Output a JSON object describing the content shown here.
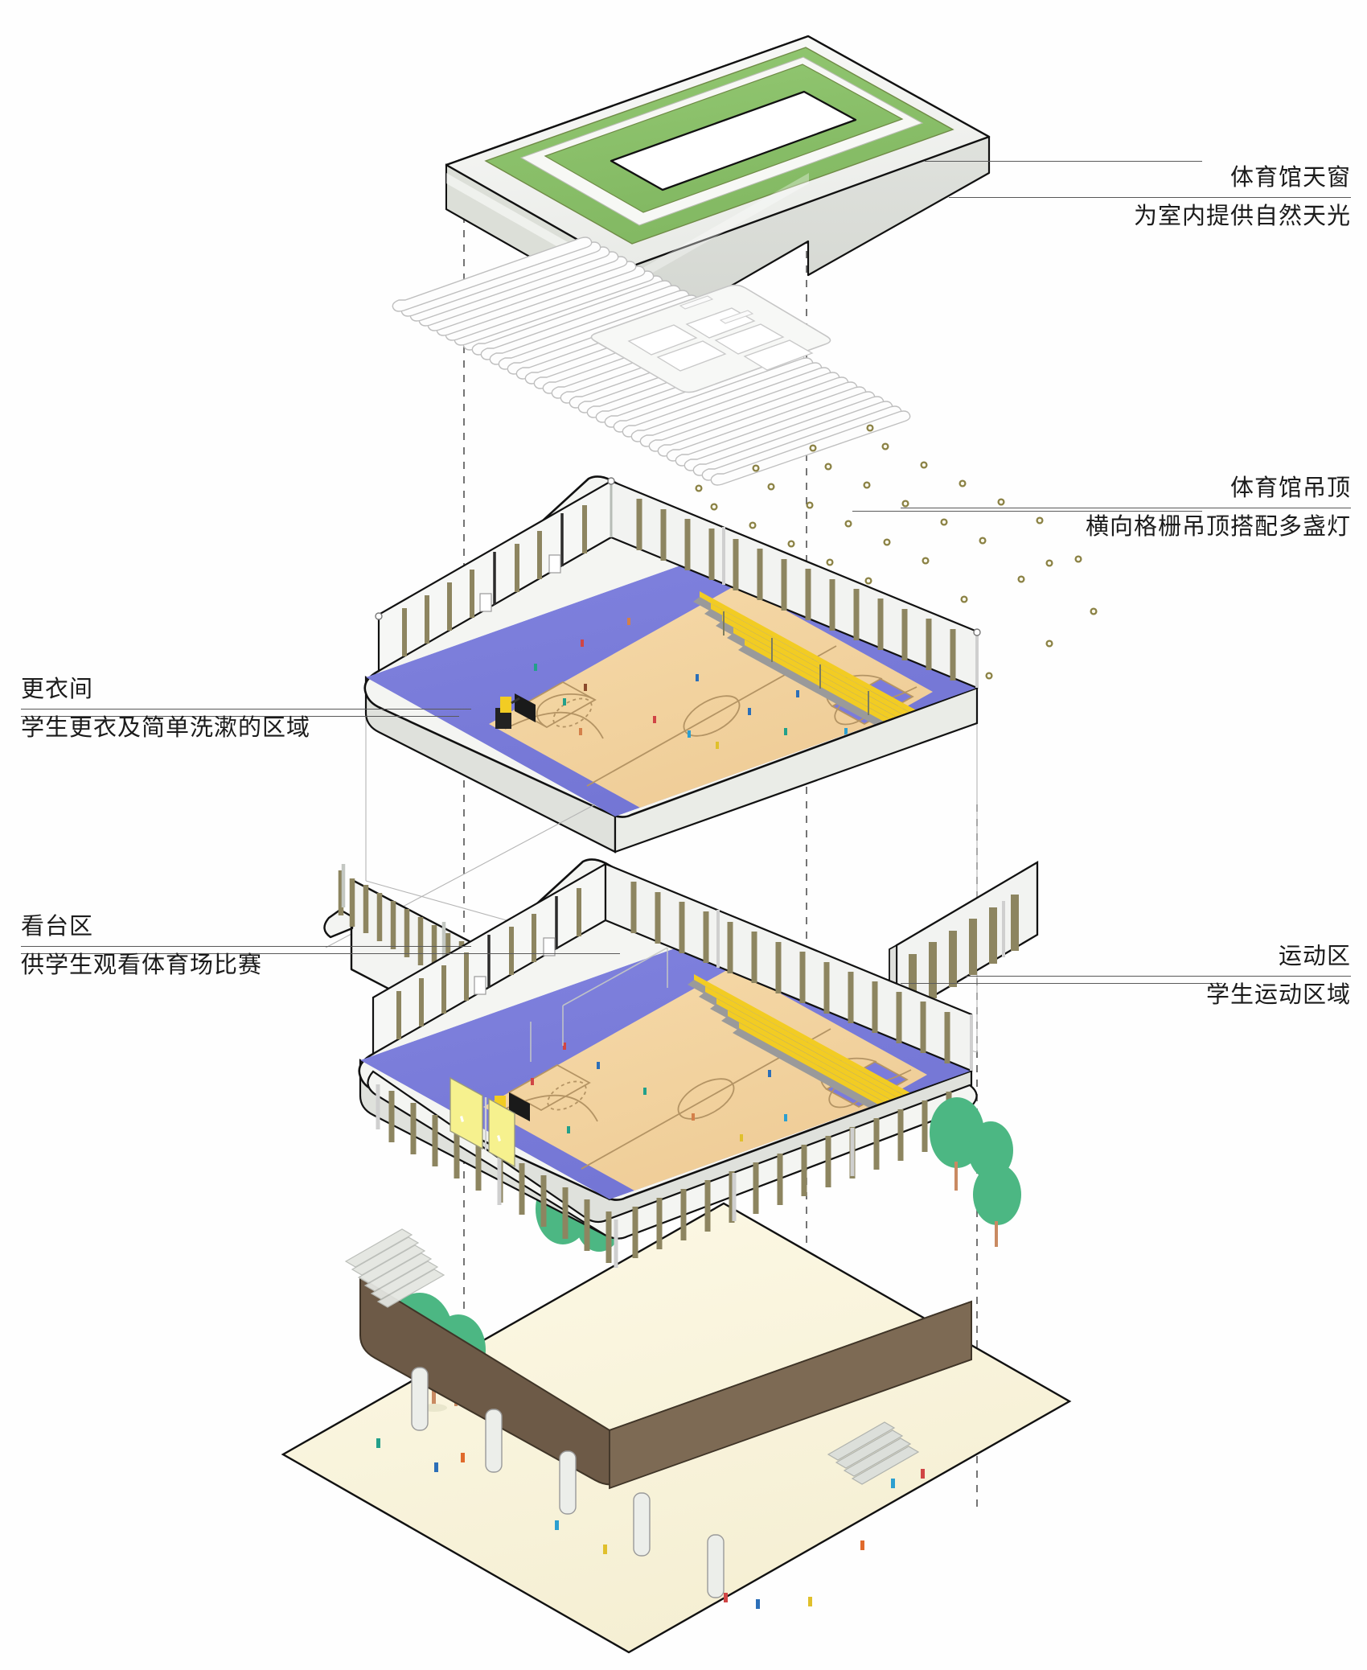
{
  "diagram": {
    "kind": "exploded-axonometric",
    "subject": "school-gymnasium",
    "background_color": "#ffffff"
  },
  "palette": {
    "roof_green": "#8cc269",
    "roof_green_dark": "#7d8c3f",
    "roof_white": "#f4f5f3",
    "slab_white": "#eef0ed",
    "court_purple": "#7b7bdb",
    "court_wood": "#f2d3a0",
    "court_wood_line": "#b49464",
    "bleacher_yellow": "#f2cc23",
    "bleacher_gray": "#8d8d8d",
    "louver_olive": "#8d8560",
    "louver_olive_dark": "#6e6748",
    "glass_yellow": "#f5f08a",
    "ground_cream": "#f9f4dd",
    "plinth_brown": "#6d5a47",
    "tree_green": "#4cb783",
    "tree_green_dark": "#3ea473",
    "light_dot": "#8a8144",
    "outline": "#111111",
    "thin_line": "#9a9a9a",
    "dashed_axis": "#333333"
  },
  "callouts": [
    {
      "id": "skylight",
      "title": "体育馆天窗",
      "desc": "为室内提供自然天光",
      "side": "right",
      "target": "roof-skylight-layer"
    },
    {
      "id": "ceiling",
      "title": "体育馆吊顶",
      "desc": "横向格栅吊顶搭配多盏灯",
      "side": "right",
      "target": "ceiling-grille-layer"
    },
    {
      "id": "changing-room",
      "title": "更衣间",
      "desc": "学生更衣及简单洗漱的区域",
      "side": "left",
      "target": "changing-room-module"
    },
    {
      "id": "stand",
      "title": "看台区",
      "desc": "供学生观看体育场比赛",
      "side": "left",
      "target": "bleacher-module"
    },
    {
      "id": "sport-zone",
      "title": "运动区",
      "desc": "学生运动区域",
      "side": "right",
      "target": "court-layer"
    }
  ],
  "layers": [
    {
      "id": "roof",
      "name": "体育馆天窗",
      "order": 1,
      "elements": [
        "rounded-roof-slab",
        "green-roof-band",
        "oval-skylight-opening"
      ]
    },
    {
      "id": "ceiling",
      "name": "体育馆吊顶",
      "order": 2,
      "elements": [
        "linear-grille-slats",
        "central-light-panel"
      ]
    },
    {
      "id": "lights",
      "name": "灯具",
      "order": 3,
      "elements": [
        "light-point-grid"
      ]
    },
    {
      "id": "changing",
      "name": "更衣间",
      "order": 4,
      "elements": [
        "yellow-glazed-volume"
      ]
    },
    {
      "id": "court",
      "name": "运动区",
      "order": 5,
      "elements": [
        "purple-run-off",
        "wood-basketball-court",
        "bleacher-rows",
        "louvered-walls",
        "basketball-hoops",
        "people"
      ]
    },
    {
      "id": "stands_walls",
      "name": "看台区",
      "order": 6,
      "elements": [
        "u-shaped-louvered-wall",
        "detached-bleacher-strip",
        "side-louver-panel"
      ]
    },
    {
      "id": "assembled",
      "name": "整体建筑",
      "order": 7,
      "elements": [
        "ground-plane",
        "plinth",
        "columns",
        "trees",
        "stairs",
        "assembled-gym"
      ]
    }
  ],
  "court": {
    "surface_outer": "purple",
    "surface_inner": "wood",
    "markings": [
      "center-circle",
      "three-point-arc",
      "free-throw-lane",
      "key-circle"
    ],
    "hoop_count": 2,
    "bleacher_rows": 5
  },
  "lights": {
    "rows": 7,
    "cols": 9,
    "color": "#8a8144"
  },
  "ground": {
    "people_count": 11,
    "tree_count": 6
  }
}
